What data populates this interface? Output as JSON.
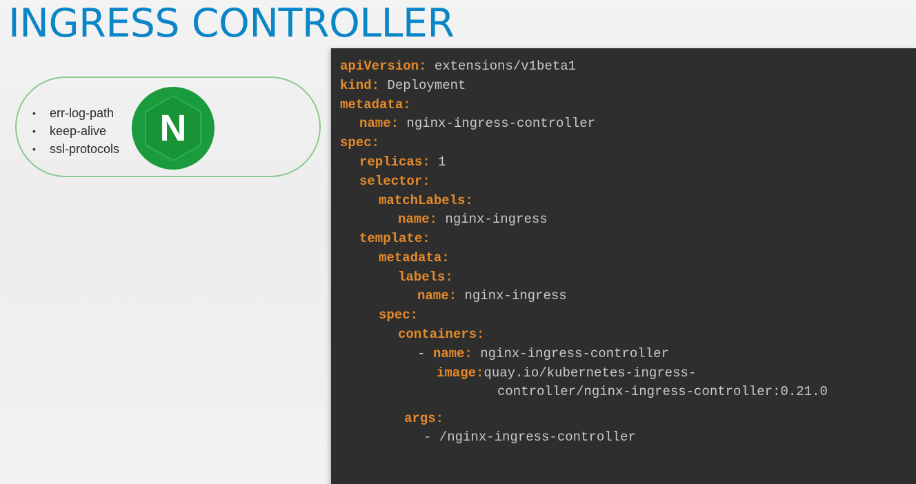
{
  "slide": {
    "title": "INGRESS CONTROLLER"
  },
  "config_options": [
    "err-log-path",
    "keep-alive",
    "ssl-protocols"
  ],
  "logo": {
    "letter": "N",
    "icon": "nginx-logo-icon",
    "color": "#1a9b3e"
  },
  "colors": {
    "title": "#0a86c6",
    "yaml_key": "#e58a2a",
    "yaml_value": "#c9c9c9",
    "code_background": "#2e2e2e"
  },
  "yaml": {
    "api_version_key": "apiVersion:",
    "api_version": "extensions/v1beta1",
    "kind_key": "kind:",
    "kind": "Deployment",
    "metadata_key": "metadata:",
    "metadata_name_key": "name:",
    "metadata_name": "nginx-ingress-controller",
    "spec_key": "spec:",
    "replicas_key": "replicas:",
    "replicas": "1",
    "selector_key": "selector:",
    "match_labels_key": "matchLabels:",
    "selector_name_key": "name:",
    "selector_name": "nginx-ingress",
    "template_key": "template:",
    "template_metadata_key": "metadata:",
    "labels_key": "labels:",
    "label_name_key": "name:",
    "label_name": "nginx-ingress",
    "template_spec_key": "spec:",
    "containers_key": "containers:",
    "container_dash": "-",
    "container_name_key": "name:",
    "container_name": "nginx-ingress-controller",
    "image_key": "image:",
    "image_line1": "quay.io/kubernetes-ingress-",
    "image_line2": "controller/nginx-ingress-controller:0.21.0",
    "args_key": "args:",
    "args_item": "- /nginx-ingress-controller"
  }
}
